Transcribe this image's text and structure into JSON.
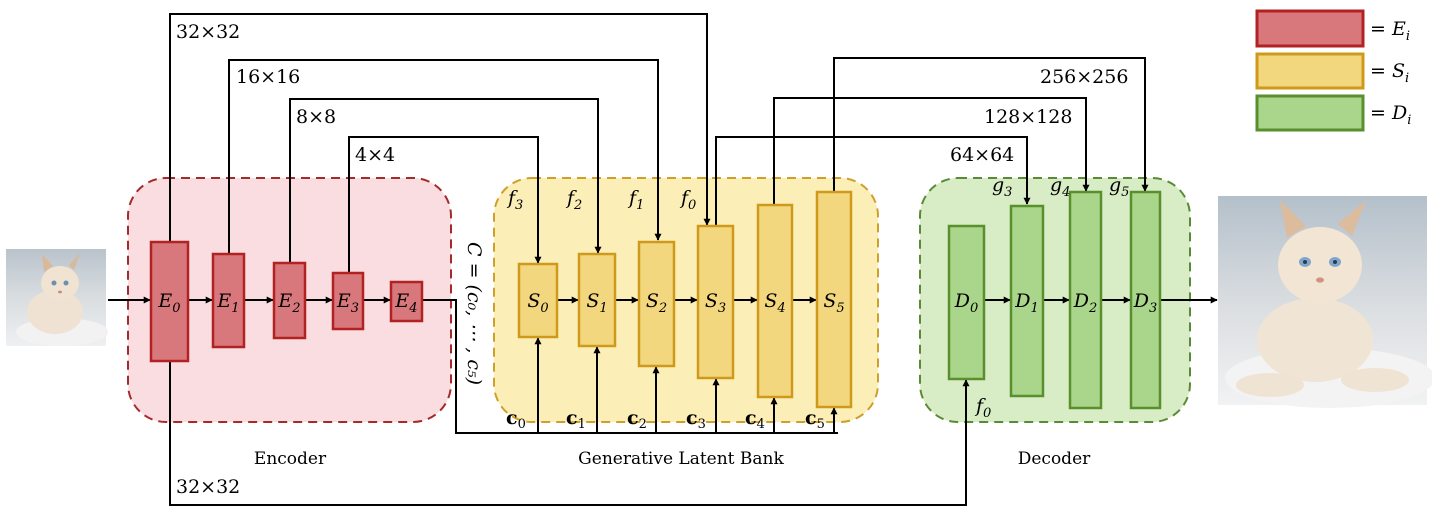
{
  "sections": {
    "encoder": "Encoder",
    "bank": "Generative Latent Bank",
    "decoder": "Decoder"
  },
  "sizes": {
    "s32a": "32×32",
    "s16": "16×16",
    "s8": "8×8",
    "s4": "4×4",
    "s256": "256×256",
    "s128": "128×128",
    "s64": "64×64",
    "s32b": "32×32"
  },
  "encoder_blocks": [
    {
      "base": "E",
      "sub": "0"
    },
    {
      "base": "E",
      "sub": "1"
    },
    {
      "base": "E",
      "sub": "2"
    },
    {
      "base": "E",
      "sub": "3"
    },
    {
      "base": "E",
      "sub": "4"
    }
  ],
  "bank_blocks": [
    {
      "base": "S",
      "sub": "0"
    },
    {
      "base": "S",
      "sub": "1"
    },
    {
      "base": "S",
      "sub": "2"
    },
    {
      "base": "S",
      "sub": "3"
    },
    {
      "base": "S",
      "sub": "4"
    },
    {
      "base": "S",
      "sub": "5"
    }
  ],
  "decoder_blocks": [
    {
      "base": "D",
      "sub": "0"
    },
    {
      "base": "D",
      "sub": "1"
    },
    {
      "base": "D",
      "sub": "2"
    },
    {
      "base": "D",
      "sub": "3"
    }
  ],
  "f_labels": [
    {
      "base": "f",
      "sub": "3"
    },
    {
      "base": "f",
      "sub": "2"
    },
    {
      "base": "f",
      "sub": "1"
    },
    {
      "base": "f",
      "sub": "0"
    }
  ],
  "g_labels": [
    {
      "base": "g",
      "sub": "3"
    },
    {
      "base": "g",
      "sub": "4"
    },
    {
      "base": "g",
      "sub": "5"
    }
  ],
  "c_labels": [
    {
      "base": "c",
      "sub": "0"
    },
    {
      "base": "c",
      "sub": "1"
    },
    {
      "base": "c",
      "sub": "2"
    },
    {
      "base": "c",
      "sub": "3"
    },
    {
      "base": "c",
      "sub": "4"
    },
    {
      "base": "c",
      "sub": "5"
    }
  ],
  "f0_decoder": {
    "base": "f",
    "sub": "0"
  },
  "latent_code": "C = (c₀, ⋯ , c₅)",
  "legend": [
    {
      "base": "= E",
      "sub": "i",
      "color": "#d9787c",
      "border": "#b22222"
    },
    {
      "base": "= S",
      "sub": "i",
      "color": "#f3d77f",
      "border": "#cf9a1c"
    },
    {
      "base": "= D",
      "sub": "i",
      "color": "#a9d68a",
      "border": "#5a8f2e"
    }
  ],
  "colors": {
    "encoder_bg": "#f9dde0",
    "encoder_border": "#a52a2a",
    "bank_bg": "#fbeeb6",
    "bank_border": "#cf9f2c",
    "decoder_bg": "#d8edc6",
    "decoder_border": "#5a8a36"
  },
  "images": {
    "input": "input-cat-image",
    "output": "output-cat-image"
  }
}
